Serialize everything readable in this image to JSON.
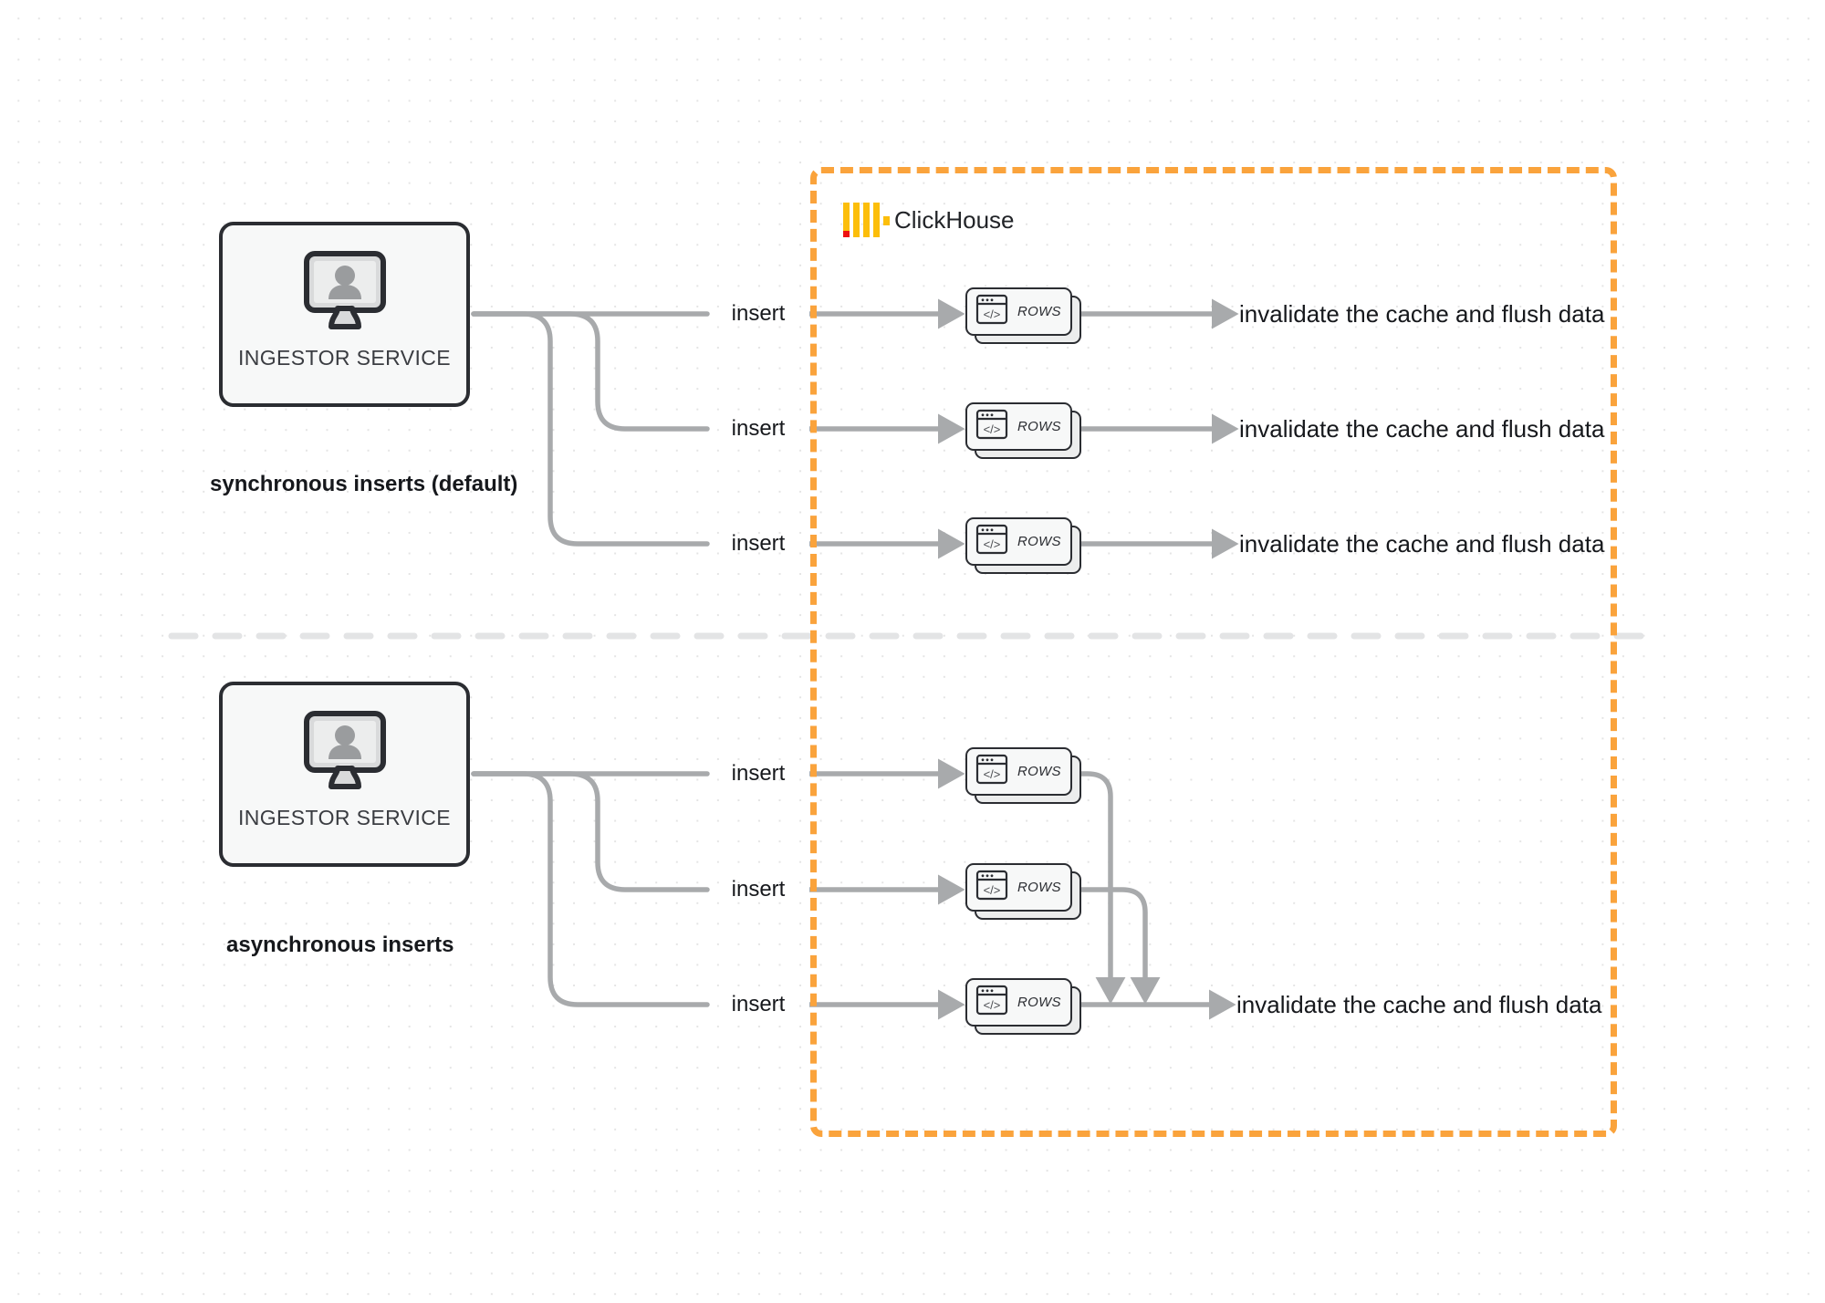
{
  "diagram": {
    "title": "ClickHouse synchronous vs asynchronous inserts",
    "colors": {
      "accent_orange": "#faa33c",
      "logo_yellow": "#fcbe0b",
      "logo_red": "#ee1111",
      "wire_gray": "#a8aaac",
      "node_border": "#2b2d32",
      "node_fill": "#f7f8f8",
      "divider_gray": "#e2e3e4",
      "text_dark": "#16181c"
    }
  },
  "clickhouse": {
    "name": "ClickHouse",
    "logo_bar_count": 4
  },
  "sections": [
    {
      "id": "synchronous",
      "caption": "synchronous inserts (default)",
      "ingestor": {
        "label": "INGESTOR SERVICE",
        "icon": "monitor-user-icon"
      },
      "flows": [
        {
          "insert_label": "insert",
          "node_label": "ROWS",
          "node_icon": "code-window-icon",
          "result_label": "invalidate the cache and flush data"
        },
        {
          "insert_label": "insert",
          "node_label": "ROWS",
          "node_icon": "code-window-icon",
          "result_label": "invalidate the cache and flush data"
        },
        {
          "insert_label": "insert",
          "node_label": "ROWS",
          "node_icon": "code-window-icon",
          "result_label": "invalidate the cache and flush data"
        }
      ]
    },
    {
      "id": "asynchronous",
      "caption": "asynchronous inserts",
      "ingestor": {
        "label": "INGESTOR SERVICE",
        "icon": "monitor-user-icon"
      },
      "flows": [
        {
          "insert_label": "insert",
          "node_label": "ROWS",
          "node_icon": "code-window-icon",
          "result_label": ""
        },
        {
          "insert_label": "insert",
          "node_label": "ROWS",
          "node_icon": "code-window-icon",
          "result_label": ""
        },
        {
          "insert_label": "insert",
          "node_label": "ROWS",
          "node_icon": "code-window-icon",
          "result_label": "invalidate the cache and flush data"
        }
      ]
    }
  ]
}
